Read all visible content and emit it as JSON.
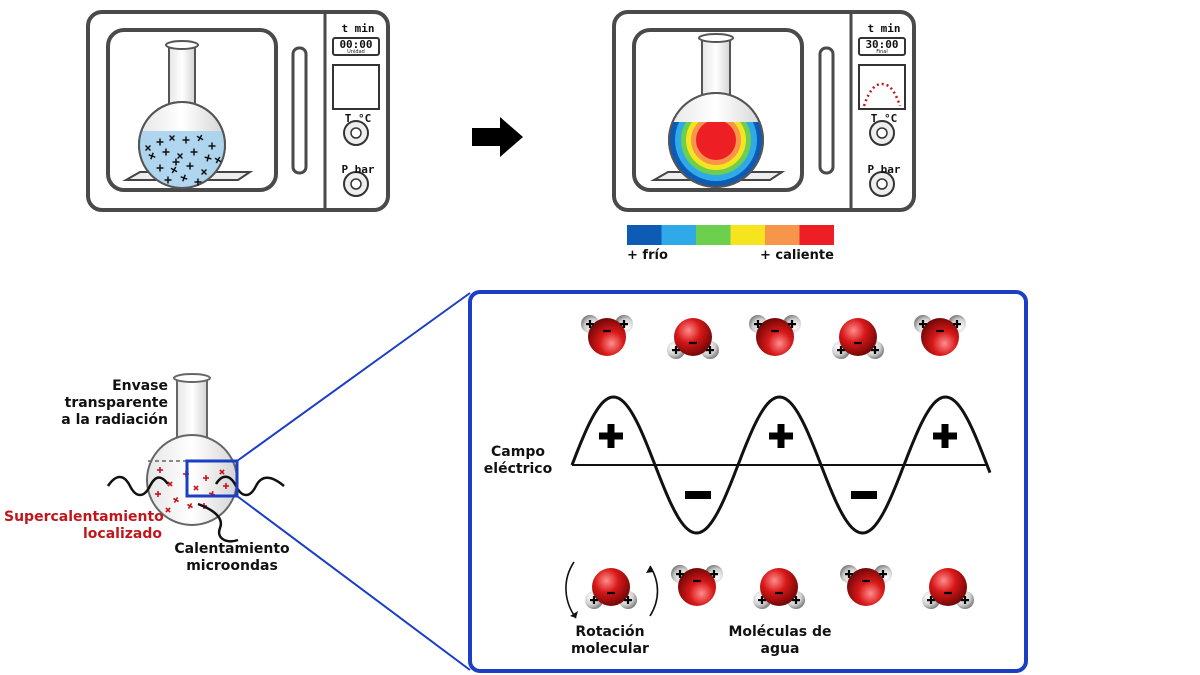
{
  "microwave_before": {
    "time_label": "t min",
    "display_time": "00:00",
    "display_sub": "Unidad",
    "temp_label": "T °C",
    "pressure_label": "P bar"
  },
  "microwave_after": {
    "time_label": "t min",
    "display_time": "30:00",
    "display_sub": "Final",
    "temp_label": "T °C",
    "pressure_label": "P bar"
  },
  "heat_scale": {
    "colors": [
      "#0d5bb5",
      "#2fa9e8",
      "#6ccf4e",
      "#f6e51e",
      "#f7964a",
      "#ee1f24"
    ],
    "cold_label": "+ frío",
    "hot_label": "+ caliente"
  },
  "flask_labels": {
    "container": [
      "Envase",
      "transparente",
      "a la radiación"
    ],
    "superheating": [
      "Supercalentamiento",
      "localizado"
    ],
    "microwave_heating": [
      "Calentamiento",
      "microondas"
    ]
  },
  "zoom_panel": {
    "field_label": [
      "Campo",
      "eléctrico"
    ],
    "rotation_label": [
      "Rotación",
      "molecular"
    ],
    "molecules_label": [
      "Moléculas de",
      "agua"
    ],
    "border_color": "#1b3fc4"
  }
}
